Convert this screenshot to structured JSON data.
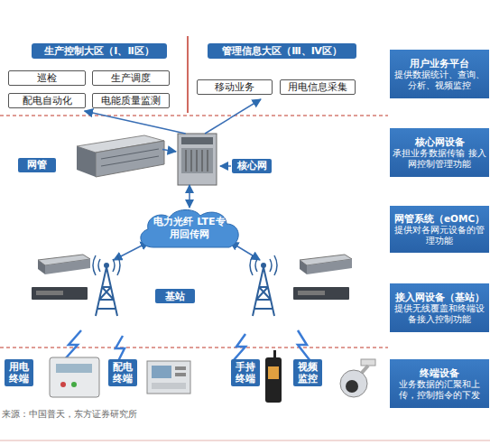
{
  "diagram": {
    "nodes": [
      {
        "text": [
          "生产控制大区（Ⅰ、Ⅱ区）"
        ]
      },
      {
        "text": [
          "巡检"
        ],
        "in": 0
      },
      {
        "text": [
          "生产调度"
        ],
        "in": 0
      },
      {
        "text": [
          "配电自动化"
        ],
        "in": 0
      },
      {
        "text": [
          "电能质量监测"
        ],
        "in": 0
      },
      {
        "text": [
          "管理信息大区（Ⅲ、Ⅳ区）"
        ]
      },
      {
        "text": [
          "移动业务"
        ],
        "in": 5
      },
      {
        "text": [
          "用电信息采集"
        ],
        "in": 5
      },
      {
        "text": [
          "用户业务平台",
          "提供数据统计、查询、分析、视频监控"
        ]
      },
      {
        "text": [
          "网管"
        ]
      },
      {
        "text": [
          "核心网"
        ]
      },
      {
        "text": [
          "核心网设备",
          "承担业务数据传输 接入网控制管理功能"
        ]
      },
      {
        "text": [
          "电力光纤 LTE专用回传网"
        ]
      },
      {
        "text": [
          "网管系统（eOMC）",
          "提供对各网元设备的管理功能"
        ]
      },
      {
        "text": [
          "基站"
        ]
      },
      {
        "text": [
          "接入网设备（基站）",
          "提供无线覆盖和终端设备接入控制功能"
        ]
      },
      {
        "text": [
          "用电终端"
        ]
      },
      {
        "text": [
          "配电终端"
        ]
      },
      {
        "text": [
          "手持终端"
        ]
      },
      {
        "text": [
          "视频监控"
        ]
      },
      {
        "text": [
          "终端设备",
          "业务数据的汇聚和上传，控制指令的下发"
        ]
      }
    ],
    "edges": [
      {
        "from": 10,
        "to": 0,
        "arrow": "to"
      },
      {
        "from": 10,
        "to": 5,
        "arrow": "to"
      },
      {
        "from": 9,
        "to": 10,
        "arrow": "to"
      },
      {
        "from": 10,
        "to": 12,
        "arrow": "both"
      }
    ],
    "labels": [
      "来源：中国普天，东方证券研究所"
    ]
  }
}
